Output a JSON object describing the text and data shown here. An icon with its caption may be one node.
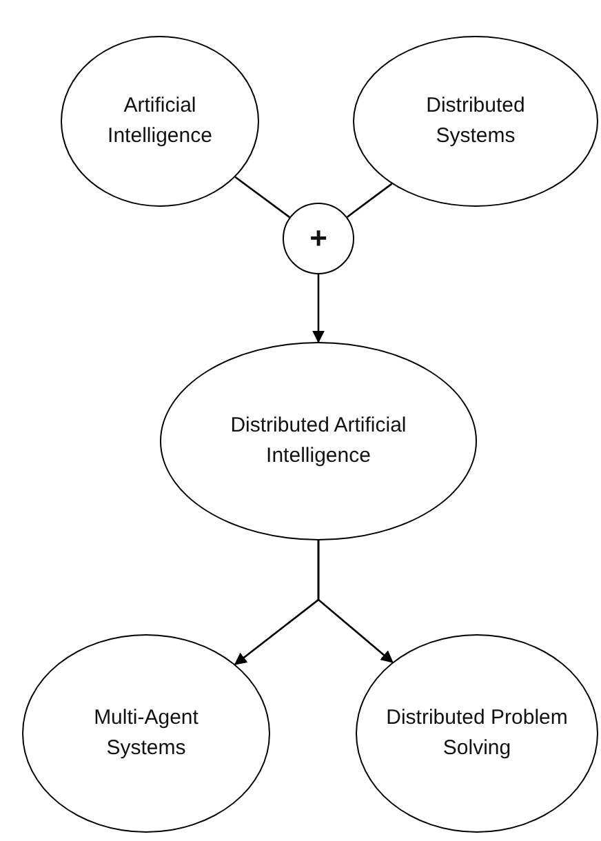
{
  "diagram": {
    "nodes": [
      {
        "text": [
          "Artificial Intelligence"
        ]
      },
      {
        "text": [
          "Distributed Systems"
        ]
      },
      {
        "text": [
          "+"
        ]
      },
      {
        "text": [
          "Distributed Artificial Intelligence"
        ]
      },
      {
        "text": [
          "Multi-Agent Systems"
        ]
      },
      {
        "text": [
          "Distributed Problem Solving"
        ]
      }
    ],
    "edges": [
      {
        "from": 0,
        "to": 2,
        "arrow": "none"
      },
      {
        "from": 1,
        "to": 2,
        "arrow": "none"
      },
      {
        "from": 2,
        "to": 3,
        "arrow": "to"
      },
      {
        "from": 3,
        "to": 4,
        "arrow": "to"
      },
      {
        "from": 3,
        "to": 5,
        "arrow": "to"
      }
    ]
  }
}
